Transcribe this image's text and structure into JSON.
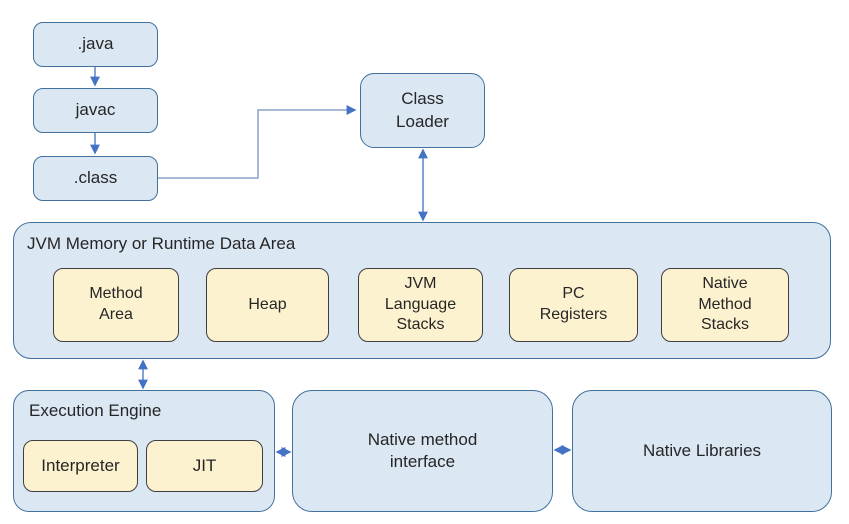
{
  "colors": {
    "box_fill": "#dbe7f3",
    "box_border": "#41719c",
    "accent_fill": "#fdf2cf",
    "accent_border": "#3f3f3f",
    "arrow": "#4472c4",
    "text": "#262626"
  },
  "pipeline": {
    "items": [
      {
        "label": ".java"
      },
      {
        "label": "javac"
      },
      {
        "label": ".class"
      }
    ]
  },
  "class_loader": {
    "label": "Class\nLoader"
  },
  "memory": {
    "title": "JVM Memory or Runtime Data Area",
    "areas": [
      {
        "label": "Method\nArea"
      },
      {
        "label": "Heap"
      },
      {
        "label": "JVM\nLanguage\nStacks"
      },
      {
        "label": "PC\nRegisters"
      },
      {
        "label": "Native\nMethod\nStacks"
      }
    ]
  },
  "execution_engine": {
    "title": "Execution Engine",
    "components": [
      {
        "label": "Interpreter"
      },
      {
        "label": "JIT"
      }
    ]
  },
  "native_interface": {
    "label": "Native method\ninterface"
  },
  "native_libraries": {
    "label": "Native Libraries"
  }
}
